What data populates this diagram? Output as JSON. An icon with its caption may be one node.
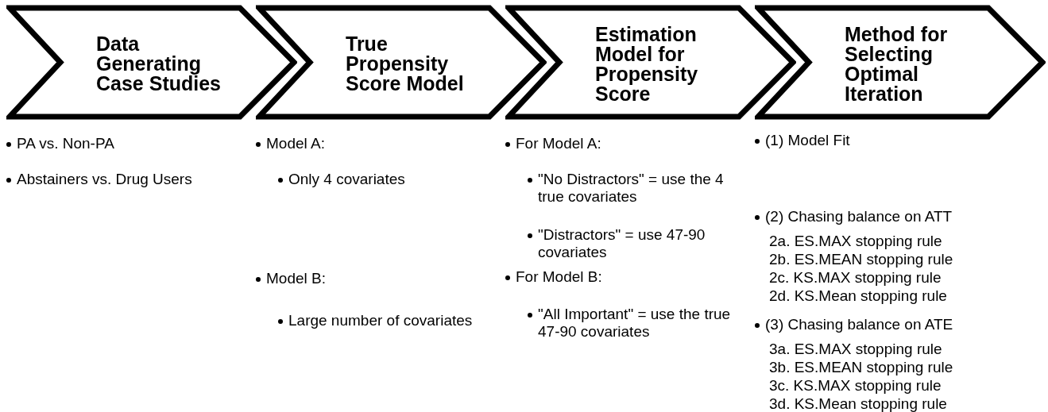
{
  "diagram": {
    "nodes": [
      {
        "text": [
          "Data Generating Case Studies"
        ],
        "beside": [
          "PA vs. Non-PA",
          "Abstainers vs. Drug Users"
        ]
      },
      {
        "text": [
          "True Propensity Score Model"
        ],
        "beside": [
          "Model A:",
          "Only 4 covariates",
          "Model B:",
          "Large number of covariates"
        ]
      },
      {
        "text": [
          "Estimation Model for Propensity Score"
        ],
        "beside": [
          "For Model A:",
          "\"No Distractors\" = use the 4 true covariates",
          "\"Distractors\" = use 47-90 covariates",
          "For Model B:",
          "\"All Important\" = use the true 47-90 covariates"
        ]
      },
      {
        "text": [
          "Method for Selecting Optimal Iteration"
        ],
        "beside": [
          "(1) Model Fit",
          "(2) Chasing balance on ATT",
          "2a. ES.MAX stopping rule",
          "2b. ES.MEAN stopping rule",
          "2c. KS.MAX stopping rule",
          "2d. KS.Mean stopping rule",
          "(3) Chasing balance on ATE",
          "3a. ES.MAX stopping rule",
          "3b. ES.MEAN stopping rule",
          "3c. KS.MAX stopping rule",
          "3d. KS.Mean stopping rule"
        ]
      }
    ]
  }
}
